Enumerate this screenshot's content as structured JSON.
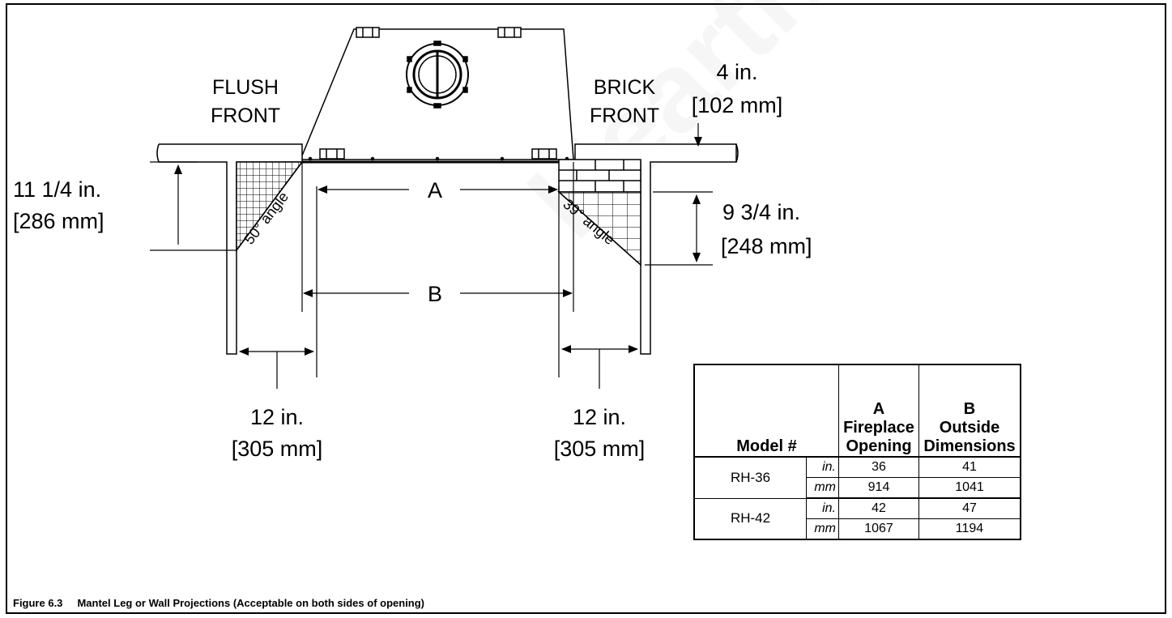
{
  "labels": {
    "flush_front": [
      "FLUSH",
      "FRONT"
    ],
    "brick_front": [
      "BRICK",
      "FRONT"
    ],
    "top_right_dim": [
      "4 in.",
      "[102 mm]"
    ],
    "left_height": [
      "11 1/4 in.",
      "[286 mm]"
    ],
    "right_height": [
      "9 3/4 in.",
      "[248 mm]"
    ],
    "angle_left": "50° angle",
    "angle_right": "39° angle",
    "dim_a": "A",
    "dim_b": "B",
    "left_leg": [
      "12 in.",
      "[305 mm]"
    ],
    "right_leg": [
      "12 in.",
      "[305 mm]"
    ]
  },
  "table": {
    "header": {
      "model": "Model #",
      "a": [
        "A",
        "Fireplace",
        "Opening"
      ],
      "b": [
        "B",
        "Outside",
        "Dimensions"
      ]
    },
    "rows": [
      {
        "model": "RH-36",
        "in_label": "in.",
        "mm_label": "mm",
        "a_in": "36",
        "b_in": "41",
        "a_mm": "914",
        "b_mm": "1041"
      },
      {
        "model": "RH-42",
        "in_label": "in.",
        "mm_label": "mm",
        "a_in": "42",
        "b_in": "47",
        "a_mm": "1067",
        "b_mm": "1194"
      }
    ]
  },
  "caption": "Figure 6.3     Mantel Leg or Wall Projections (Acceptable on both sides of opening)",
  "watermark": "Hearth Products"
}
